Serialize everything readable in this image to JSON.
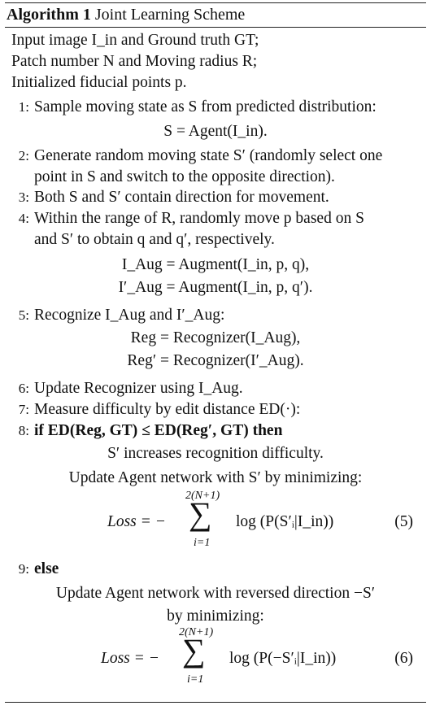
{
  "algorithm": {
    "label": "Algorithm 1",
    "title": "Joint Learning Scheme"
  },
  "inputs": [
    "Input image I_in and Ground truth GT;",
    "Patch number N and Moving radius R;",
    "Initialized fiducial points p."
  ],
  "steps": {
    "s1": {
      "num": "1:",
      "text": "Sample moving state as S from predicted distribution:"
    },
    "s2": {
      "num": "2:",
      "text_a": "Generate random moving state S′ (randomly select one",
      "text_b": "point in S and switch to the opposite direction)."
    },
    "s3": {
      "num": "3:",
      "text": "Both S and S′ contain direction for movement."
    },
    "s4": {
      "num": "4:",
      "text_a": "Within the range of R, randomly move p based on S",
      "text_b": "and S′ to obtain q and q′, respectively."
    },
    "s5": {
      "num": "5:",
      "text": "Recognize I_Aug and I′_Aug:"
    },
    "s6": {
      "num": "6:",
      "text": "Update Recognizer using I_Aug."
    },
    "s7": {
      "num": "7:",
      "text": "Measure difficulty by edit distance ED(·):"
    },
    "s8": {
      "num": "8:",
      "text": "if ED(Reg, GT) ≤ ED(Reg′, GT) then",
      "then_a": "S′ increases recognition difficulty.",
      "then_b": "Update Agent network with S′ by minimizing:"
    },
    "s9": {
      "num": "9:",
      "text": "else",
      "else_a": "Update Agent network with reversed direction −S′",
      "else_b": "by minimizing:"
    }
  },
  "equations": {
    "agent": "S = Agent(I_in).",
    "aug1": "I_Aug = Augment(I_in, p, q),",
    "aug2": "I′_Aug = Augment(I_in, p, q′).",
    "reg1": "Reg = Recognizer(I_Aug),",
    "reg2": "Reg′ = Recognizer(I′_Aug).",
    "loss5": {
      "lhs": "Loss = −",
      "upper": "2(N+1)",
      "lower": "i=1",
      "body": "log (P(S′ᵢ|I_in))",
      "number": "(5)"
    },
    "loss6": {
      "lhs": "Loss = −",
      "upper": "2(N+1)",
      "lower": "i=1",
      "body": "log (P(−S′ᵢ|I_in))",
      "number": "(6)"
    }
  }
}
